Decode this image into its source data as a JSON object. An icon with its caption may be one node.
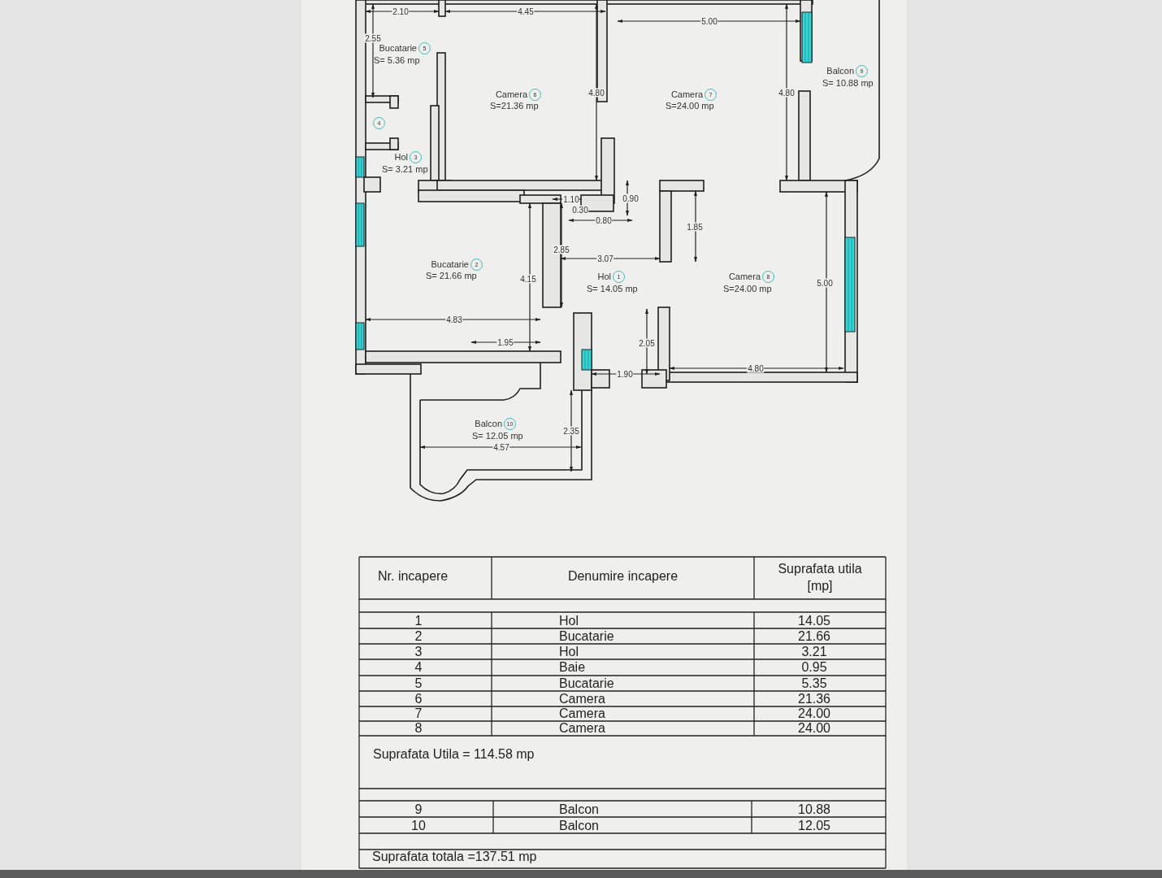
{
  "diagram": {
    "nodes": [
      {
        "text": [
          "5"
        ],
        "beside": [
          "Bucatarie",
          "S= 5.36 mp"
        ]
      },
      {
        "text": [
          "6"
        ],
        "beside": [
          "Camera",
          "S=21.36 mp"
        ]
      },
      {
        "text": [
          "7"
        ],
        "beside": [
          "Camera",
          "S=24.00 mp"
        ]
      },
      {
        "text": [
          "9"
        ],
        "beside": [
          "Balcon",
          "S= 10.88 mp"
        ]
      },
      {
        "text": [
          "4"
        ]
      },
      {
        "text": [
          "3"
        ],
        "beside": [
          "Hol",
          "S= 3.21 mp"
        ]
      },
      {
        "text": [
          "2"
        ],
        "beside": [
          "Bucatarie",
          "S= 21.66 mp"
        ]
      },
      {
        "text": [
          "1"
        ],
        "beside": [
          "Hol",
          "S= 14.05 mp"
        ]
      },
      {
        "text": [
          "8"
        ],
        "beside": [
          "Camera",
          "S=24.00 mp"
        ]
      },
      {
        "text": [
          "10"
        ],
        "beside": [
          "Balcon",
          "S= 12.05 mp"
        ]
      }
    ],
    "edges": [],
    "labels": [
      "2.10",
      "4.45",
      "5.00",
      "2.55",
      "4.80",
      "4.80",
      "1.10",
      "0.90",
      "0.30",
      "0.80",
      "1.85",
      "2.85",
      "3.07",
      "5.00",
      "4.15",
      "4.83",
      "1.95",
      "2.05",
      "4.80",
      "1.90",
      "2.35",
      "4.57",
      "Nr. incapere",
      "Denumire incapere",
      "Suprafata utila [mp]",
      "1",
      "Hol",
      "14.05",
      "2",
      "Bucatarie",
      "21.66",
      "3",
      "Hol",
      "3.21",
      "4",
      "Baie",
      "0.95",
      "5",
      "Bucatarie",
      "5.35",
      "6",
      "Camera",
      "21.36",
      "7",
      "Camera",
      "24.00",
      "8",
      "Camera",
      "24.00",
      "Suprafata Utila = 114.58 mp",
      "9",
      "Balcon",
      "10.88",
      "10",
      "Balcon",
      "12.05",
      "Suprafata totala =137.51 mp"
    ]
  }
}
